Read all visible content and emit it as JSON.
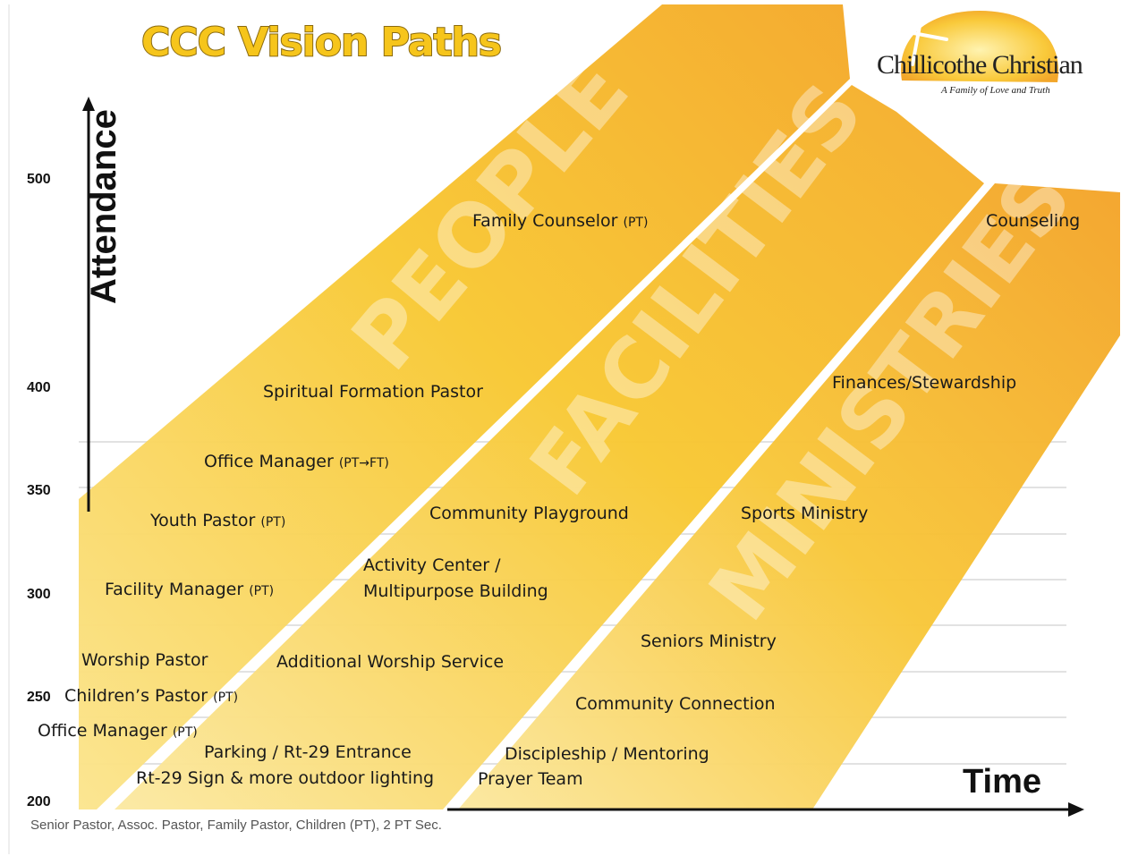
{
  "title": "CCC Vision Paths",
  "logo": {
    "name": "Chillicothe Christian",
    "tagline": "A Family of Love and Truth"
  },
  "axes": {
    "y_label": "Attendance",
    "x_label": "Time",
    "y_ticks": [
      "500",
      "400",
      "350",
      "300",
      "250",
      "200"
    ]
  },
  "lanes": [
    "PEOPLE",
    "FACILITIES",
    "MINISTRIES"
  ],
  "items": {
    "family_counselor": "Family Counselor",
    "family_counselor_tag": "(PT)",
    "spiritual_formation_pastor": "Spiritual Formation Pastor",
    "office_manager_ft": "Office Manager",
    "office_manager_ft_tag": "(PT→FT)",
    "youth_pastor": "Youth Pastor",
    "youth_pastor_tag": "(PT)",
    "facility_manager": "Facility Manager",
    "facility_manager_tag": "(PT)",
    "worship_pastor": "Worship Pastor",
    "childrens_pastor": "Children’s Pastor",
    "childrens_pastor_tag": "(PT)",
    "office_manager_pt": "Office Manager",
    "office_manager_pt_tag": "(PT)",
    "community_playground": "Community Playground",
    "activity_center_line1": "Activity Center /",
    "activity_center_line2": "Multipurpose Building",
    "additional_worship_service": "Additional Worship Service",
    "parking": "Parking / Rt-29 Entrance",
    "rt29_sign": "Rt-29 Sign & more outdoor lighting",
    "counseling": "Counseling",
    "finances": "Finances/Stewardship",
    "sports_ministry": "Sports Ministry",
    "seniors_ministry": "Seniors Ministry",
    "community_connection": "Community Connection",
    "discipleship": "Discipleship / Mentoring",
    "prayer_team": "Prayer Team"
  },
  "footnote": "Senior Pastor, Assoc. Pastor, Family Pastor, Children (PT), 2 PT Sec.",
  "colors": {
    "lane_light": "#fbe79a",
    "lane_mid": "#f8c62c",
    "lane_dark": "#f3a92a",
    "title": "#f6c51b"
  }
}
